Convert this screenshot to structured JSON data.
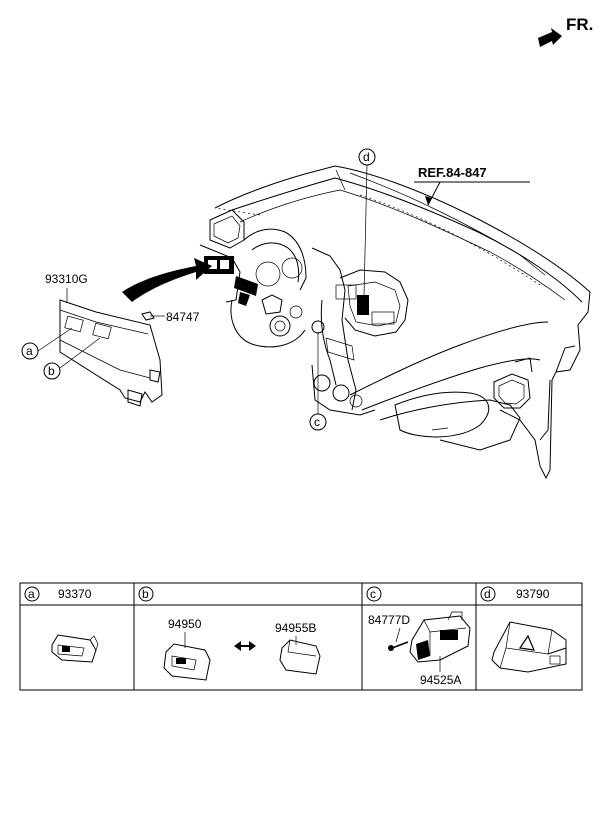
{
  "header": {
    "direction_label": "FR."
  },
  "main_diagram": {
    "ref_label": "REF.84-847",
    "parts": [
      {
        "id": "93310G",
        "label": "93310G"
      },
      {
        "id": "84747",
        "label": "84747"
      }
    ],
    "callouts": [
      "a",
      "b",
      "c",
      "d"
    ]
  },
  "parts_table": {
    "cells": [
      {
        "letter": "a",
        "parts": [
          "93370"
        ]
      },
      {
        "letter": "b",
        "parts": [
          "94950",
          "94955B"
        ]
      },
      {
        "letter": "c",
        "parts": [
          "84777D",
          "94525A"
        ]
      },
      {
        "letter": "d",
        "parts": [
          "93790"
        ]
      }
    ]
  }
}
